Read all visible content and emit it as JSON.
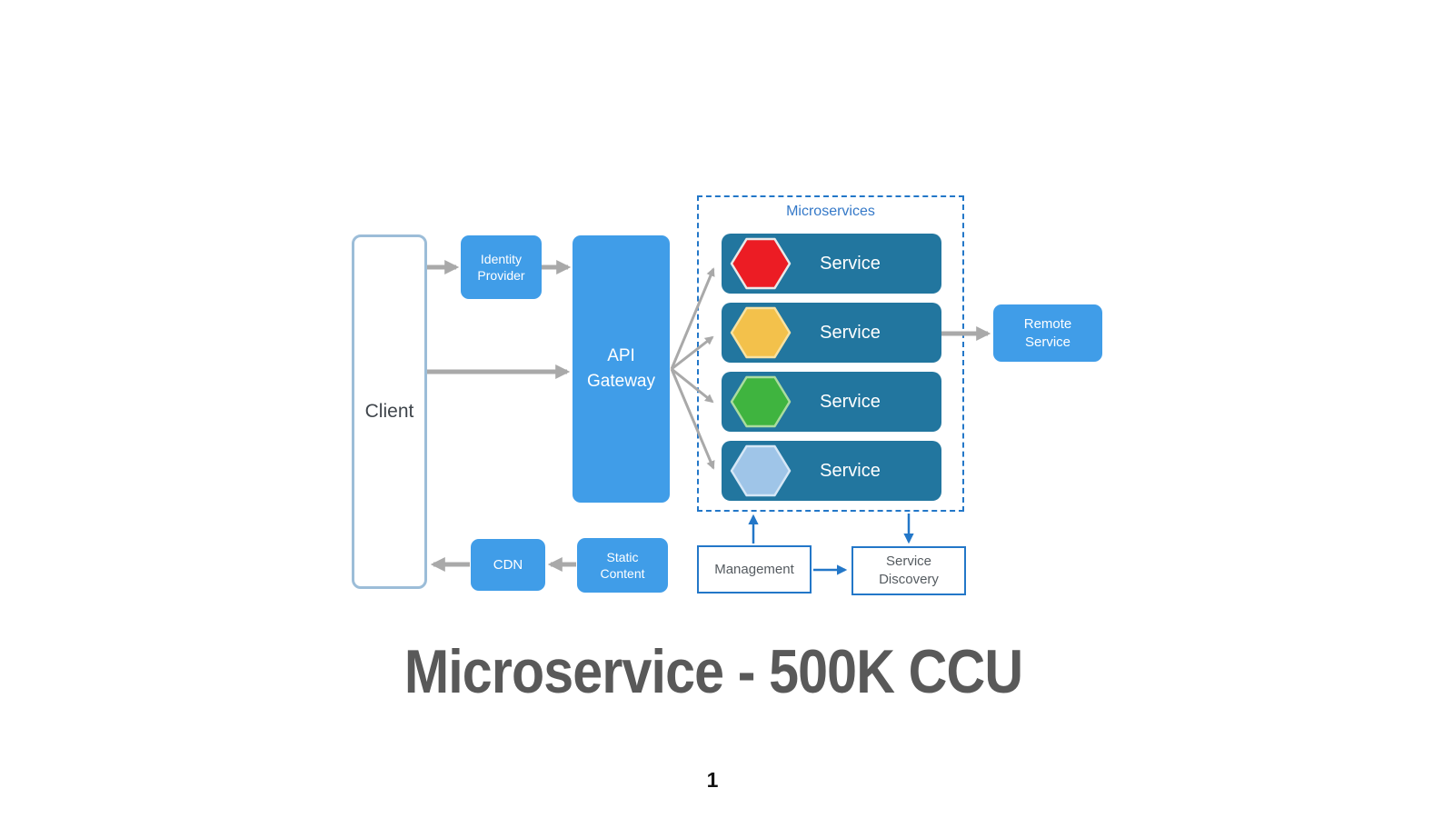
{
  "slide": {
    "title": "Microservice - 500K CCU",
    "page_number": "1"
  },
  "diagram": {
    "client": {
      "label": "Client"
    },
    "identity_provider": {
      "label": "Identity Provider"
    },
    "api_gateway": {
      "label": "API Gateway"
    },
    "microservices": {
      "title": "Microservices",
      "services": [
        {
          "label": "Service",
          "icon": "red-hexagon-icon",
          "hex_fill": "#EC1C24",
          "hex_stroke": "#E9E9E9"
        },
        {
          "label": "Service",
          "icon": "yellow-hexagon-icon",
          "hex_fill": "#F3C14B",
          "hex_stroke": "#F8E2A2"
        },
        {
          "label": "Service",
          "icon": "green-hexagon-icon",
          "hex_fill": "#3FB43F",
          "hex_stroke": "#ABDC9F"
        },
        {
          "label": "Service",
          "icon": "blue-hexagon-icon",
          "hex_fill": "#9FC5E8",
          "hex_stroke": "#D6E7F6"
        }
      ]
    },
    "remote_service": {
      "label": "Remote Service"
    },
    "cdn": {
      "label": "CDN"
    },
    "static_content": {
      "label": "Static Content"
    },
    "management": {
      "label": "Management"
    },
    "service_discovery": {
      "label": "Service Discovery"
    },
    "connections": [
      {
        "from": "Client",
        "to": "Identity Provider",
        "style": "gray"
      },
      {
        "from": "Identity Provider",
        "to": "API Gateway",
        "style": "gray"
      },
      {
        "from": "Client",
        "to": "API Gateway",
        "style": "gray"
      },
      {
        "from": "API Gateway",
        "to": "Service 1",
        "style": "gray"
      },
      {
        "from": "API Gateway",
        "to": "Service 2",
        "style": "gray"
      },
      {
        "from": "API Gateway",
        "to": "Service 3",
        "style": "gray"
      },
      {
        "from": "API Gateway",
        "to": "Service 4",
        "style": "gray"
      },
      {
        "from": "Service 2",
        "to": "Remote Service",
        "style": "gray"
      },
      {
        "from": "Static Content",
        "to": "CDN",
        "style": "gray"
      },
      {
        "from": "CDN",
        "to": "Client",
        "style": "gray"
      },
      {
        "from": "Management",
        "to": "Microservices",
        "style": "blue"
      },
      {
        "from": "Management",
        "to": "Service Discovery",
        "style": "blue"
      },
      {
        "from": "Microservices",
        "to": "Service Discovery",
        "style": "blue"
      }
    ]
  },
  "colors": {
    "accent_blue": "#409DE8",
    "service_teal": "#22769F",
    "diagram_blue": "#2377C8",
    "label_blue": "#3579C8",
    "arrow_gray": "#A9A9A9",
    "client_border": "#9CBDD8",
    "node_text_gray": "#555B60",
    "title_gray": "#595959"
  }
}
